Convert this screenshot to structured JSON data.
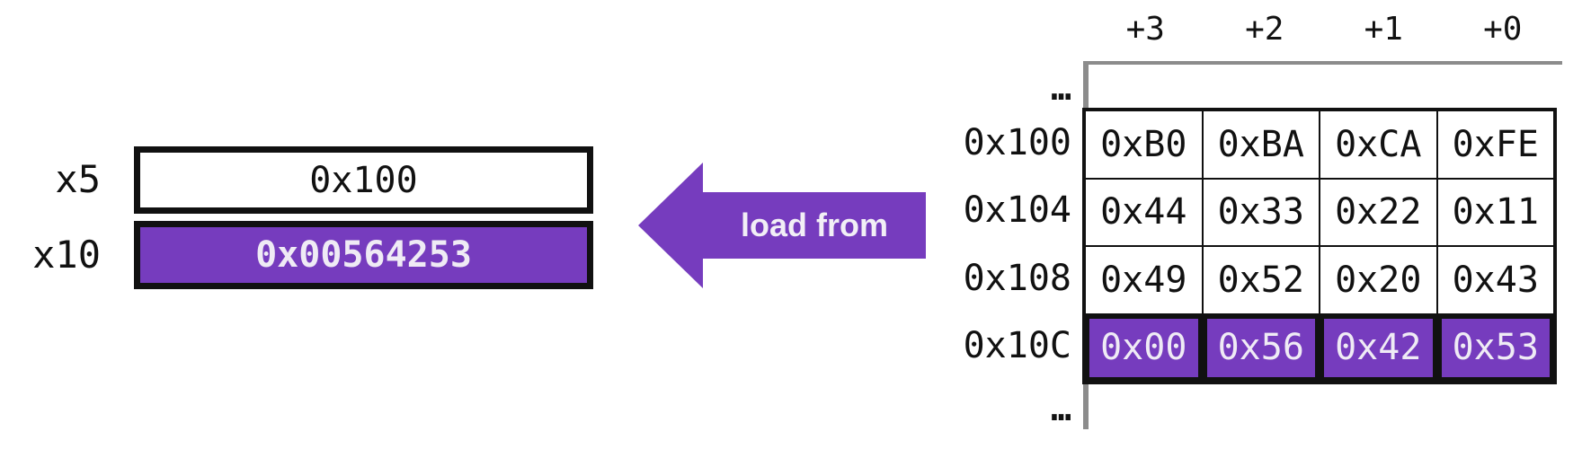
{
  "registers": {
    "rows": [
      {
        "name": "x5",
        "value": "0x100",
        "highlighted": false
      },
      {
        "name": "x10",
        "value": "0x00564253",
        "highlighted": true
      }
    ]
  },
  "arrow": {
    "label": "load from"
  },
  "memory": {
    "column_headers": [
      "+3",
      "+2",
      "+1",
      "+0"
    ],
    "ellipsis_top": "…",
    "ellipsis_bottom": "…",
    "rows": [
      {
        "address": "0x100",
        "bytes": [
          "0xB0",
          "0xBA",
          "0xCA",
          "0xFE"
        ],
        "highlighted": false
      },
      {
        "address": "0x104",
        "bytes": [
          "0x44",
          "0x33",
          "0x22",
          "0x11"
        ],
        "highlighted": false
      },
      {
        "address": "0x108",
        "bytes": [
          "0x49",
          "0x52",
          "0x20",
          "0x43"
        ],
        "highlighted": false
      },
      {
        "address": "0x10C",
        "bytes": [
          "0x00",
          "0x56",
          "0x42",
          "0x53"
        ],
        "highlighted": true
      }
    ]
  },
  "colors": {
    "accent_purple": "#763CBE",
    "text_on_purple": "#EFEBF5",
    "border_black": "#111111",
    "rule_gray": "#8C8C8C"
  }
}
